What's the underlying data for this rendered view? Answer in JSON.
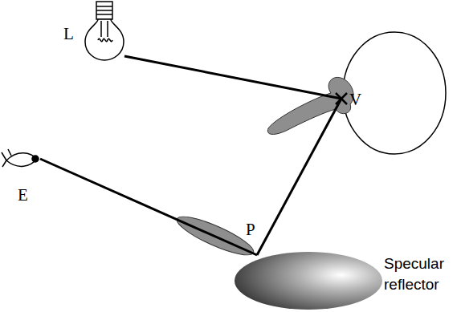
{
  "diagram": {
    "labels": [
      "L",
      "E",
      "V",
      "P",
      "Specular reflector"
    ]
  }
}
